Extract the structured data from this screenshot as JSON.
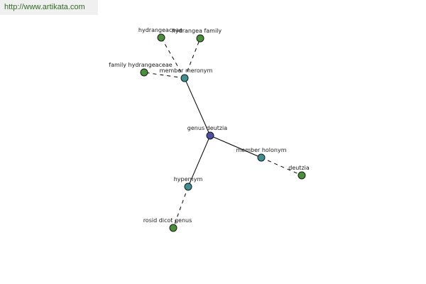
{
  "banner": {
    "url": "http://www.artikata.com"
  },
  "colors": {
    "center": "#4a4fa0",
    "relation": "#3e9090",
    "leaf": "#4a8f3a"
  },
  "nodes": [
    {
      "id": "genus_deutzia",
      "label": "genus deutzia",
      "kind": "center"
    },
    {
      "id": "member_meronym",
      "label": "member meronym",
      "kind": "relation"
    },
    {
      "id": "member_holonym",
      "label": "member holonym",
      "kind": "relation"
    },
    {
      "id": "hypernym",
      "label": "hypernym",
      "kind": "relation"
    },
    {
      "id": "hydrangeaceae",
      "label": "hydrangeaceae",
      "kind": "leaf"
    },
    {
      "id": "hydrangea_family",
      "label": "hydrangea family",
      "kind": "leaf"
    },
    {
      "id": "family_hydrangeaceae",
      "label": "family hydrangeaceae",
      "kind": "leaf"
    },
    {
      "id": "deutzia",
      "label": "deutzia",
      "kind": "leaf"
    },
    {
      "id": "rosid_dicot_genus",
      "label": "rosid dicot genus",
      "kind": "leaf"
    }
  ],
  "edges": [
    {
      "from": "genus_deutzia",
      "to": "member_meronym",
      "style": "solid"
    },
    {
      "from": "genus_deutzia",
      "to": "member_holonym",
      "style": "solid"
    },
    {
      "from": "genus_deutzia",
      "to": "hypernym",
      "style": "solid"
    },
    {
      "from": "member_meronym",
      "to": "hydrangeaceae",
      "style": "dashed"
    },
    {
      "from": "member_meronym",
      "to": "hydrangea_family",
      "style": "dashed"
    },
    {
      "from": "member_meronym",
      "to": "family_hydrangeaceae",
      "style": "dashed"
    },
    {
      "from": "member_holonym",
      "to": "deutzia",
      "style": "dashed"
    },
    {
      "from": "hypernym",
      "to": "rosid_dicot_genus",
      "style": "dashed"
    }
  ]
}
